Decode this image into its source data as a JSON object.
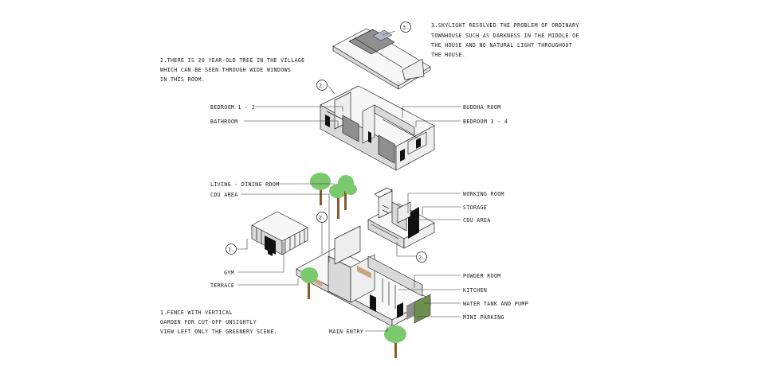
{
  "notes": {
    "skylight": [
      "3.SKYLIGHT RESOLVED THE PROBLEM OF ORDINARY",
      "TOWNHOUSE SUCH AS DARKNESS IN THE MIDDLE OF",
      "THE HOUSE AND NO NATURAL LIGHT THROUGHOUT",
      "THE HOUSE."
    ],
    "tree": [
      "2.THERE IS 20 YEAR-OLD TREE IN THE VILLAGE",
      "WHICH CAN BE SEEN THROUGH WIDE WINDOWS",
      "IN THIS ROOM."
    ],
    "fence": [
      "1.FENCE WITH VERTICAL",
      "GARDEN FOR CUT-OFF UNSIGHTLY",
      "VIEW LEFT ONLY THE GREENERY SCENE."
    ]
  },
  "badges": {
    "b3": "3.",
    "b2_top": "2.",
    "b2_mid": "2.",
    "b1": "1.",
    "b2_low": "2."
  },
  "labels": {
    "bedroom12": "BEDROOM 1 - 2",
    "bathroom": "BATHROOM",
    "buddha": "BUDDHA ROOM",
    "bedroom34": "BEDROOM 3 - 4",
    "living": "LIVING - DINING ROOM",
    "cdu_left": "CDU AREA",
    "working": "WORKING ROOM",
    "storage": "STORAGE",
    "cdu_right": "CDU AREA",
    "gym": "GYM",
    "terrace": "TERRACE",
    "powder": "POWDER ROOM",
    "kitchen": "KITCHEN",
    "water": "WATER TANK AND PUMP",
    "parking": "MINI PARKING",
    "entry": "MAIN ENTRY"
  },
  "colors": {
    "tree": "#7bc96f",
    "trunk": "#8a5a2b",
    "line": "#333333"
  }
}
